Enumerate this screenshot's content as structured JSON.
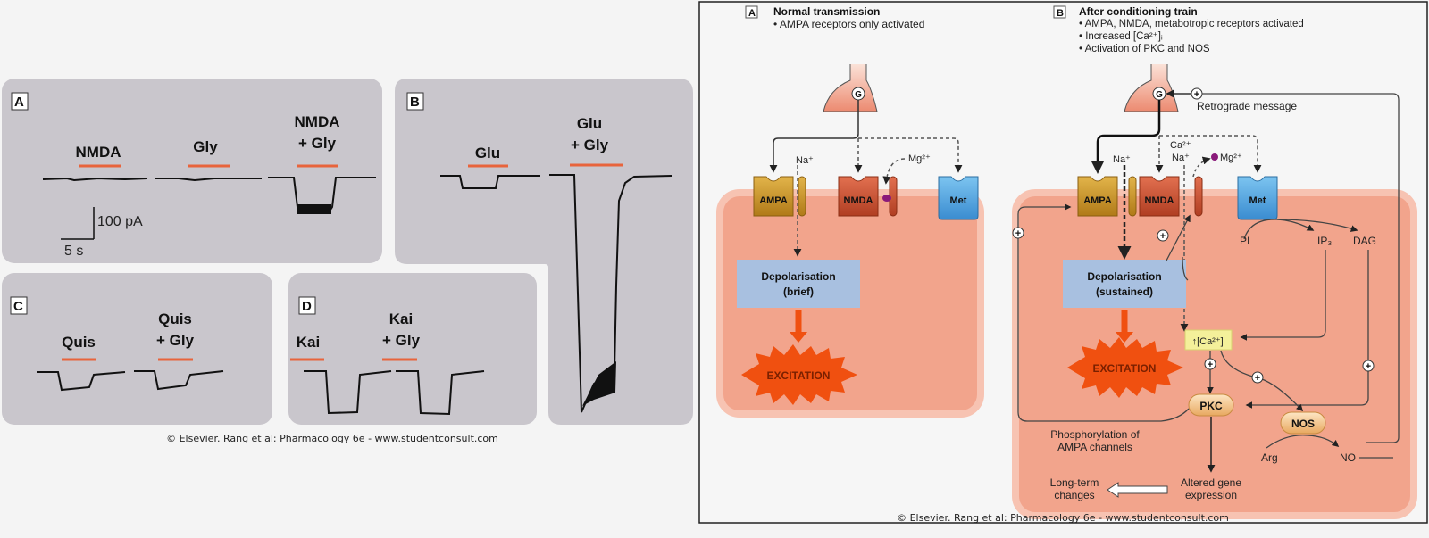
{
  "left_figure": {
    "panels": [
      {
        "id": "A",
        "traces": [
          {
            "label_lines": [
              "NMDA"
            ],
            "response": "none"
          },
          {
            "label_lines": [
              "Gly"
            ],
            "response": "none"
          },
          {
            "label_lines": [
              "NMDA",
              "+ Gly"
            ],
            "response": "medium"
          }
        ]
      },
      {
        "id": "B",
        "traces": [
          {
            "label_lines": [
              "Glu"
            ],
            "response": "small"
          },
          {
            "label_lines": [
              "Glu",
              "+ Gly"
            ],
            "response": "very large"
          }
        ]
      },
      {
        "id": "C",
        "traces": [
          {
            "label_lines": [
              "Quis"
            ],
            "response": "small"
          },
          {
            "label_lines": [
              "Quis",
              "+ Gly"
            ],
            "response": "small"
          }
        ]
      },
      {
        "id": "D",
        "traces": [
          {
            "label_lines": [
              "Kai"
            ],
            "response": "medium"
          },
          {
            "label_lines": [
              "Kai",
              "+ Gly"
            ],
            "response": "medium"
          }
        ]
      }
    ],
    "scale_bar": {
      "current": "100 pA",
      "time": "5 s"
    },
    "caption": "© Elsevier. Rang et al: Pharmacology 6e - www.studentconsult.com"
  },
  "right_figure": {
    "panel_a": {
      "letter": "A",
      "title": "Normal transmission",
      "bullets": [
        "• AMPA receptors only activated"
      ],
      "glutamate": "G",
      "ions": {
        "na": "Na⁺",
        "mg": "Mg²⁺"
      },
      "receptors": [
        "AMPA",
        "NMDA",
        "Met"
      ],
      "depol_lines": [
        "Depolarisation",
        "(brief)"
      ],
      "excitation": "EXCITATION"
    },
    "panel_b": {
      "letter": "B",
      "title": "After conditioning train",
      "bullets": [
        "• AMPA, NMDA, metabotropic receptors activated",
        "• Increased [Ca²⁺]ᵢ",
        "• Activation of PKC and NOS"
      ],
      "glutamate": "G",
      "plus": "+",
      "retrograde": "Retrograde message",
      "ions": {
        "na1": "Na⁺",
        "ca": "Ca²⁺",
        "na2": "Na⁺",
        "mg": "Mg²⁺"
      },
      "receptors": [
        "AMPA",
        "NMDA",
        "Met"
      ],
      "pi": "PI",
      "ip3": "IP₃",
      "dag": "DAG",
      "depol_lines": [
        "Depolarisation",
        "(sustained)"
      ],
      "ca_box": "↑[Ca²⁺]ᵢ",
      "excitation": "EXCITATION",
      "pkc": "PKC",
      "nos": "NOS",
      "phos_lines": [
        "Phosphorylation of",
        "AMPA channels"
      ],
      "arg": "Arg",
      "no": "NO",
      "long_term_lines": [
        "Long-term",
        "changes"
      ],
      "gene_lines": [
        "Altered gene",
        "expression"
      ]
    },
    "caption": "© Elsevier. Rang et al: Pharmacology 6e - www.studentconsult.com"
  },
  "colors": {
    "panel_gray": "#c9c6cc",
    "orange_bar": "#e8643c",
    "cell": "#f2a48c",
    "cell_border": "#f7c3b2",
    "ampa": "#c8901e",
    "nmda": "#c84a2a",
    "met": "#4aa0dc",
    "depol": "#a8c0e0",
    "excitation": "#f05010",
    "ca_box": "#f4f09a",
    "enzyme": "#f4c88c"
  }
}
